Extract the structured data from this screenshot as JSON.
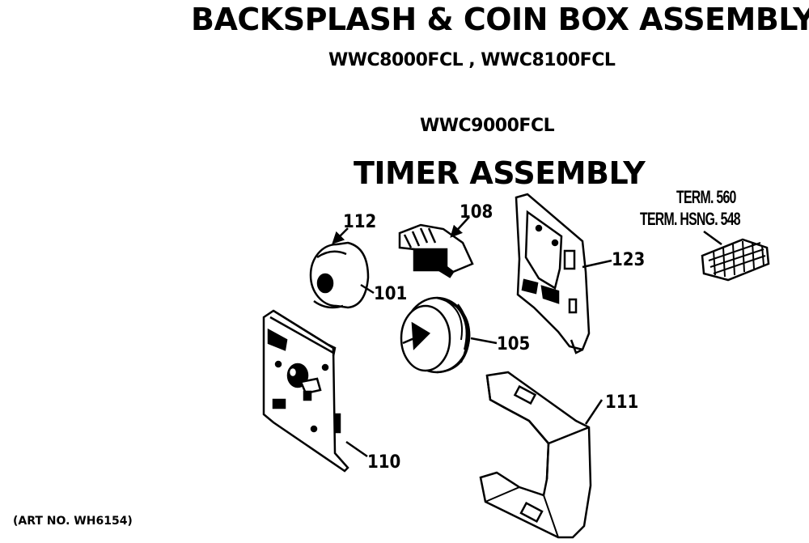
{
  "header": {
    "title": "BACKSPLASH & COIN BOX ASSEMBLY",
    "models_line1": "WWC8000FCL , WWC8100FCL",
    "models_line2": "WWC9000FCL",
    "subtitle": "TIMER ASSEMBLY"
  },
  "callouts": {
    "p112": "112",
    "p108": "108",
    "p123": "123",
    "p101": "101",
    "p105": "105",
    "p111": "111",
    "p110": "110",
    "term_line1": "TERM. 560",
    "term_line2": "TERM. HSNG. 548"
  },
  "footer": {
    "art_no": "(ART NO. WH6154)"
  }
}
